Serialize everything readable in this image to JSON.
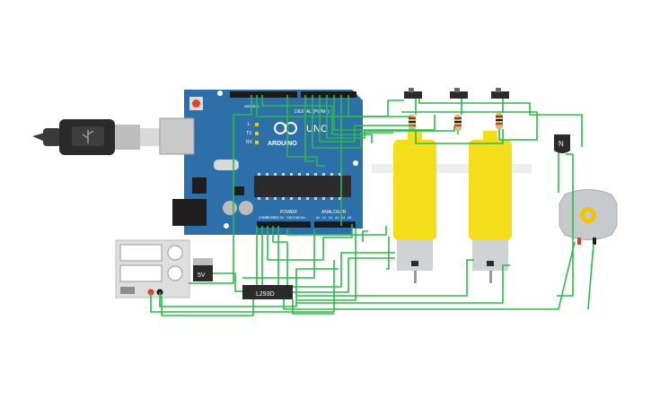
{
  "arduino": {
    "brand": "ARDUINO",
    "model": "UNO",
    "digital_label": "DIGITAL (PWM~)",
    "power_label": "POWER",
    "analog_label": "ANALOG IN",
    "tx_label": "TX",
    "rx_label": "RX",
    "l_label": "L",
    "aref_label": "AREF",
    "gnd_label": "GND",
    "power_pins": [
      "IOREF",
      "RESET",
      "3.3V",
      "5V",
      "GND",
      "GND",
      "Vin"
    ],
    "analog_pins": [
      "A0",
      "A1",
      "A2",
      "A3",
      "A4",
      "A5"
    ]
  },
  "driver": {
    "label": "L293D"
  },
  "regulator": {
    "label": "5V"
  },
  "transistor": {
    "label": "N"
  },
  "power_supply": {
    "label": ""
  },
  "colors": {
    "wire": "#2fb84a",
    "board": "#2d6fa8",
    "board_dark": "#245a8a",
    "motor_yellow": "#f4dd1a",
    "motor_gray": "#cfd3d6",
    "dc_motor_gray": "#c7cacc",
    "gear": "#f2c400",
    "chip": "#2b2b2b"
  },
  "components": [
    "usb-cable",
    "arduino-uno",
    "slide-switch",
    "slide-switch",
    "slide-switch",
    "resistor",
    "resistor",
    "resistor",
    "gear-motor",
    "gear-motor",
    "npn-transistor",
    "dc-motor",
    "dc-power-supply",
    "voltage-regulator",
    "l293d-driver"
  ]
}
